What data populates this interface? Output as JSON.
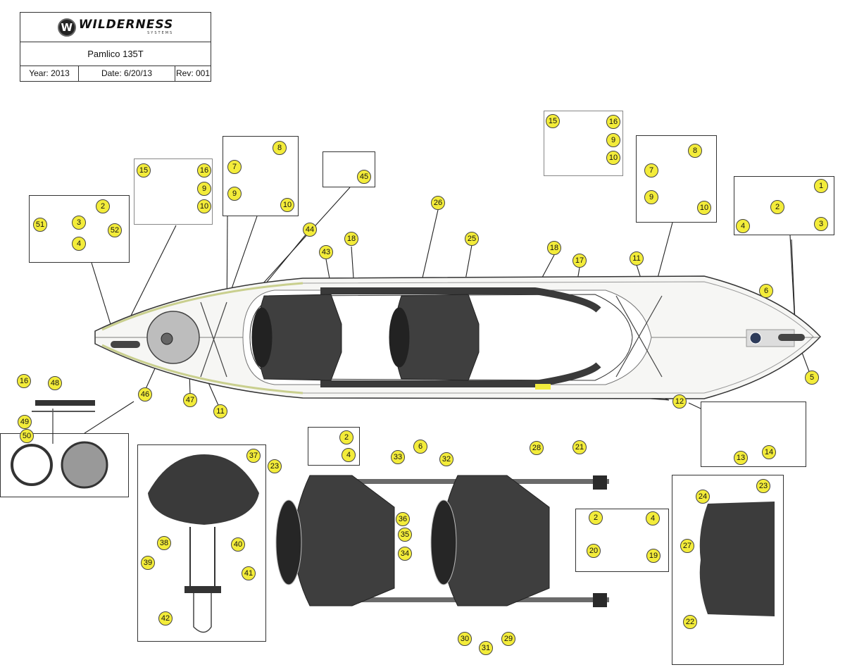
{
  "title_block": {
    "brand": "WILDERNESS",
    "brand_sub": "SYSTEMS",
    "logo_mark": "W",
    "model": "Pamlico 135T",
    "year": "Year: 2013",
    "date": "Date: 6/20/13",
    "rev": "Rev: 001"
  },
  "colors": {
    "callout_fill": "#f3ec3a",
    "callout_stroke": "#444444",
    "hull_dark": "#3a3a3a",
    "hull_trim": "#c9cf8e"
  },
  "diagram": {
    "title": "Pamlico 135T exploded parts diagram",
    "callouts": [
      {
        "id": "c1",
        "label": "1"
      },
      {
        "id": "c2a",
        "label": "2"
      },
      {
        "id": "c3a",
        "label": "3"
      },
      {
        "id": "c4a",
        "label": "4"
      },
      {
        "id": "c2b",
        "label": "2"
      },
      {
        "id": "c3b",
        "label": "3"
      },
      {
        "id": "c4b",
        "label": "4"
      },
      {
        "id": "c51",
        "label": "51"
      },
      {
        "id": "c52",
        "label": "52"
      },
      {
        "id": "c15a",
        "label": "15"
      },
      {
        "id": "c16a",
        "label": "16"
      },
      {
        "id": "c9a",
        "label": "9"
      },
      {
        "id": "c10a",
        "label": "10"
      },
      {
        "id": "c8a",
        "label": "8"
      },
      {
        "id": "c7a",
        "label": "7"
      },
      {
        "id": "c9b",
        "label": "9"
      },
      {
        "id": "c10b",
        "label": "10"
      },
      {
        "id": "c45",
        "label": "45"
      },
      {
        "id": "c15b",
        "label": "15"
      },
      {
        "id": "c16b",
        "label": "16"
      },
      {
        "id": "c9c",
        "label": "9"
      },
      {
        "id": "c10c",
        "label": "10"
      },
      {
        "id": "c8b",
        "label": "8"
      },
      {
        "id": "c7b",
        "label": "7"
      },
      {
        "id": "c9d",
        "label": "9"
      },
      {
        "id": "c10d",
        "label": "10"
      },
      {
        "id": "c44",
        "label": "44"
      },
      {
        "id": "c43",
        "label": "43"
      },
      {
        "id": "c18a",
        "label": "18"
      },
      {
        "id": "c26",
        "label": "26"
      },
      {
        "id": "c25",
        "label": "25"
      },
      {
        "id": "c18b",
        "label": "18"
      },
      {
        "id": "c17",
        "label": "17"
      },
      {
        "id": "c11b",
        "label": "11"
      },
      {
        "id": "c6a",
        "label": "6"
      },
      {
        "id": "c5",
        "label": "5"
      },
      {
        "id": "c12",
        "label": "12"
      },
      {
        "id": "c46",
        "label": "46"
      },
      {
        "id": "c47",
        "label": "47"
      },
      {
        "id": "c11a",
        "label": "11"
      },
      {
        "id": "c16c",
        "label": "16"
      },
      {
        "id": "c48",
        "label": "48"
      },
      {
        "id": "c49",
        "label": "49"
      },
      {
        "id": "c50",
        "label": "50"
      },
      {
        "id": "c13",
        "label": "13"
      },
      {
        "id": "c14",
        "label": "14"
      },
      {
        "id": "c37",
        "label": "37"
      },
      {
        "id": "c38",
        "label": "38"
      },
      {
        "id": "c39",
        "label": "39"
      },
      {
        "id": "c40",
        "label": "40"
      },
      {
        "id": "c41",
        "label": "41"
      },
      {
        "id": "c42",
        "label": "42"
      },
      {
        "id": "c23a",
        "label": "23"
      },
      {
        "id": "c2c",
        "label": "2"
      },
      {
        "id": "c4c",
        "label": "4"
      },
      {
        "id": "c33",
        "label": "33"
      },
      {
        "id": "c6b",
        "label": "6"
      },
      {
        "id": "c32",
        "label": "32"
      },
      {
        "id": "c36",
        "label": "36"
      },
      {
        "id": "c35",
        "label": "35"
      },
      {
        "id": "c34",
        "label": "34"
      },
      {
        "id": "c28",
        "label": "28"
      },
      {
        "id": "c21",
        "label": "21"
      },
      {
        "id": "c2d",
        "label": "2"
      },
      {
        "id": "c4d",
        "label": "4"
      },
      {
        "id": "c20",
        "label": "20"
      },
      {
        "id": "c19",
        "label": "19"
      },
      {
        "id": "c30",
        "label": "30"
      },
      {
        "id": "c31",
        "label": "31"
      },
      {
        "id": "c29",
        "label": "29"
      },
      {
        "id": "c24",
        "label": "24"
      },
      {
        "id": "c23b",
        "label": "23"
      },
      {
        "id": "c27",
        "label": "27"
      },
      {
        "id": "c22",
        "label": "22"
      }
    ]
  }
}
